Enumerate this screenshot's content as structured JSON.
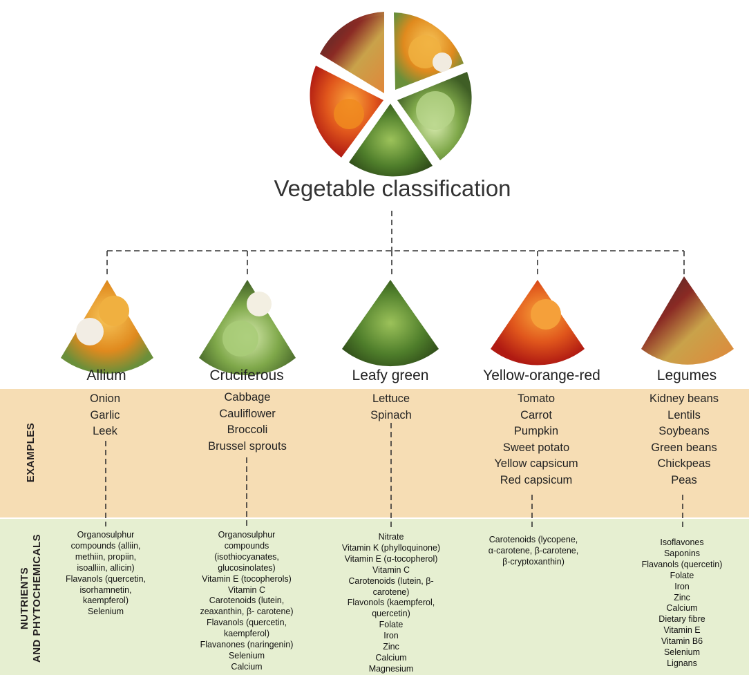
{
  "title": "Vegetable classification",
  "rows": {
    "examples": "EXAMPLES",
    "nutrients_line1": "NUTRIENTS",
    "nutrients_line2": "AND PHYTOCHEMICALS"
  },
  "categories": [
    {
      "name": "Allium",
      "examples": [
        "Onion",
        "Garlic",
        "Leek"
      ],
      "nutrients": [
        "Organosulphur",
        "compounds (alliin,",
        "methiin, propiin,",
        "isoalliin, allicin)",
        "Flavanols (quercetin,",
        "isorhamnetin,",
        "kaempferol)",
        "Selenium"
      ]
    },
    {
      "name": "Cruciferous",
      "examples": [
        "Cabbage",
        "Cauliflower",
        "Broccoli",
        "Brussel sprouts"
      ],
      "nutrients": [
        "Organosulphur",
        "compounds",
        "(isothiocyanates,",
        "glucosinolates)",
        "Vitamin E (tocopherols)",
        "Vitamin C",
        "Carotenoids (lutein,",
        "zeaxanthin, β- carotene)",
        "Flavanols (quercetin,",
        "kaempferol)",
        "Flavanones (naringenin)",
        "Selenium",
        "Calcium"
      ]
    },
    {
      "name": "Leafy green",
      "examples": [
        "Lettuce",
        "Spinach"
      ],
      "nutrients": [
        "Nitrate",
        "Vitamin K (phylloquinone)",
        "Vitamin E (α-tocopherol)",
        "Vitamin C",
        "Carotenoids (lutein, β-",
        "carotene)",
        "Flavonols (kaempferol,",
        "quercetin)",
        "Folate",
        "Iron",
        "Zinc",
        "Calcium",
        "Magnesium"
      ]
    },
    {
      "name": "Yellow-orange-red",
      "examples": [
        "Tomato",
        "Carrot",
        "Pumpkin",
        "Sweet potato",
        "Yellow capsicum",
        "Red capsicum"
      ],
      "nutrients": [
        "Carotenoids (lycopene,",
        "α-carotene, β-carotene,",
        "β-cryptoxanthin)"
      ]
    },
    {
      "name": "Legumes",
      "examples": [
        "Kidney beans",
        "Lentils",
        "Soybeans",
        "Green beans",
        "Chickpeas",
        "Peas"
      ],
      "nutrients": [
        "Isoflavones",
        "Saponins",
        "Flavanols (quercetin)",
        "Folate",
        "Iron",
        "Zinc",
        "Calcium",
        "Dietary fibre",
        "Vitamin E",
        "Vitamin B6",
        "Selenium",
        "Lignans"
      ]
    }
  ]
}
